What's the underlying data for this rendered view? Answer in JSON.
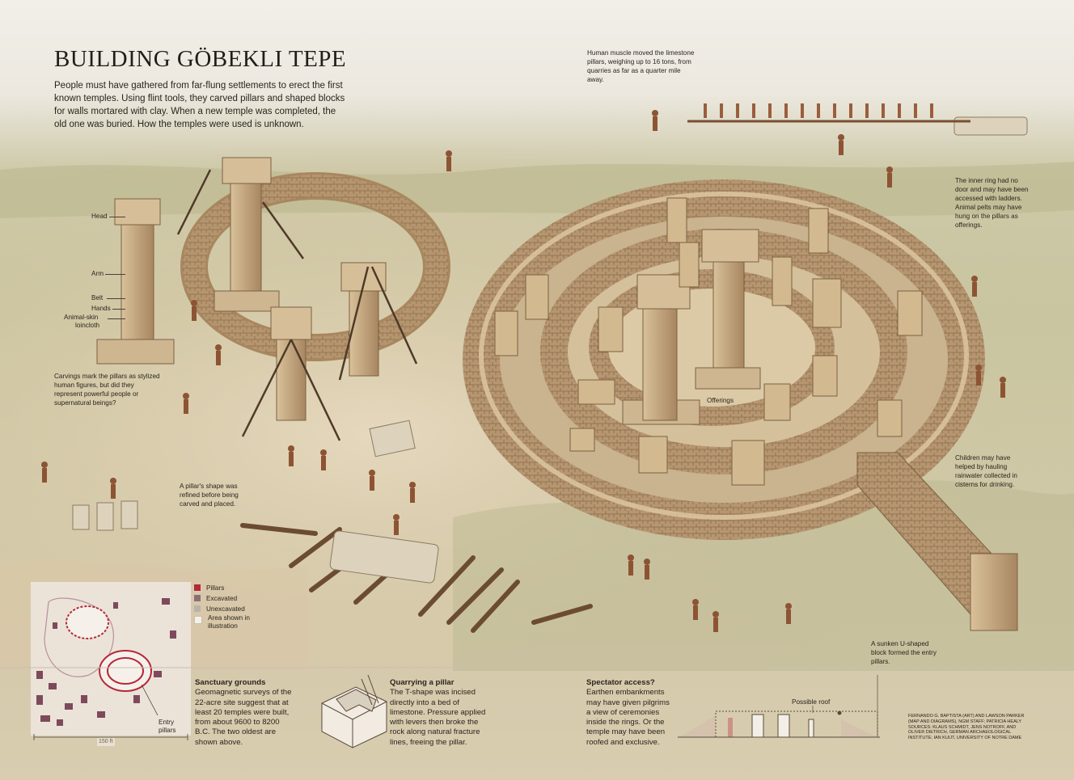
{
  "title": "BUILDING GÖBEKLI TEPE",
  "intro": "People must have gathered from far-flung settlements to erect the first known temples. Using flint tools, they carved pillars and shaped blocks for walls mortared with clay. When a new temple was completed, the old one was buried. How the temples were used is unknown.",
  "labels": {
    "head": "Head",
    "arm": "Arm",
    "belt": "Belt",
    "hands": "Hands",
    "loincloth_1": "Animal-skin",
    "loincloth_2": "loincloth",
    "offerings": "Offerings",
    "entry_1": "Entry",
    "entry_2": "pillars",
    "possible_roof": "Possible roof",
    "scale": "150 ft"
  },
  "notes": {
    "human_muscle": "Human muscle moved the limestone pillars, weighing up to 16 tons, from quarries as far as a quarter mile away.",
    "inner_ring": "The inner ring had no door and may have been accessed with ladders. Animal pelts may have hung on the pillars as offerings.",
    "carvings": "Carvings mark the pillars as stylized human figures, but did they represent powerful people or supernatural beings?",
    "pillar_shape": "A pillar's shape was refined before being carved and placed.",
    "children": "Children may have helped by hauling rainwater collected in cisterns for drinking.",
    "u_block": "A sunken U-shaped block formed the entry pillars."
  },
  "legend": [
    {
      "label": "Pillars",
      "color": "#b5283a"
    },
    {
      "label": "Excavated",
      "color": "#8a6f7b"
    },
    {
      "label": "Unexcavated",
      "color": "#b9b2a8"
    },
    {
      "label": "Area shown in illustration",
      "color": "#f5f1ea"
    }
  ],
  "sections": {
    "sanctuary": {
      "heading": "Sanctuary grounds",
      "body": "Geomagnetic surveys of the 22-acre site suggest that at least 20 temples were built, from about 9600 to 8200 B.C. The two oldest are shown above."
    },
    "quarrying": {
      "heading": "Quarrying a pillar",
      "body": "The T-shape was incised directly into a bed of limestone. Pressure applied with levers then broke the rock along natural fracture lines, freeing the pillar."
    },
    "spectator": {
      "heading": "Spectator access?",
      "body": "Earthen embankments may have given pilgrims a view of ceremonies inside the rings. Or the temple may have been roofed and exclusive."
    }
  },
  "credits": {
    "art": "FERNANDO G. BAPTISTA (ART) AND LAWSON PARKER (MAP AND DIAGRAMS), NGM STAFF; PATRICIA HEALY",
    "sources": "SOURCES: KLAUS SCHMIDT, JENS NOTROFF, AND OLIVER DIETRICH, GERMAN ARCHAEOLOGICAL INSTITUTE; IAN KUIJT, UNIVERSITY OF NOTRE DAME"
  }
}
